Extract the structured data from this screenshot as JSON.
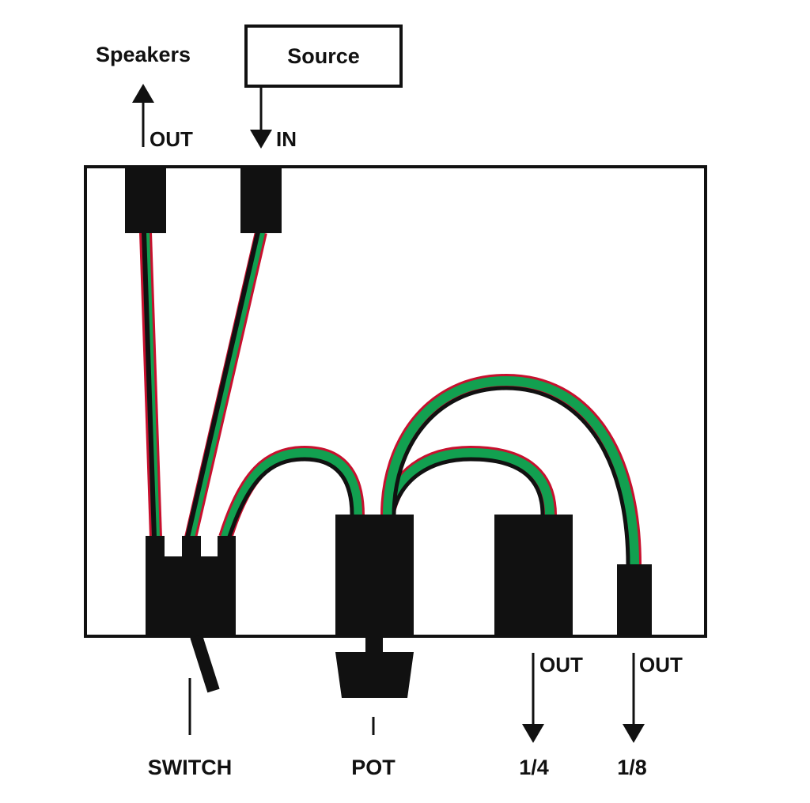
{
  "labels": {
    "speakers": "Speakers",
    "source": "Source",
    "out_speakers": "OUT",
    "in_source": "IN",
    "switch": "SWITCH",
    "pot": "POT",
    "out_quarter": "OUT",
    "out_eighth": "OUT",
    "quarter": "1/4",
    "eighth": "1/8"
  },
  "colors": {
    "ink": "#111111",
    "wire_red": "#c8102e",
    "wire_green": "#12a050",
    "background": "#ffffff"
  }
}
